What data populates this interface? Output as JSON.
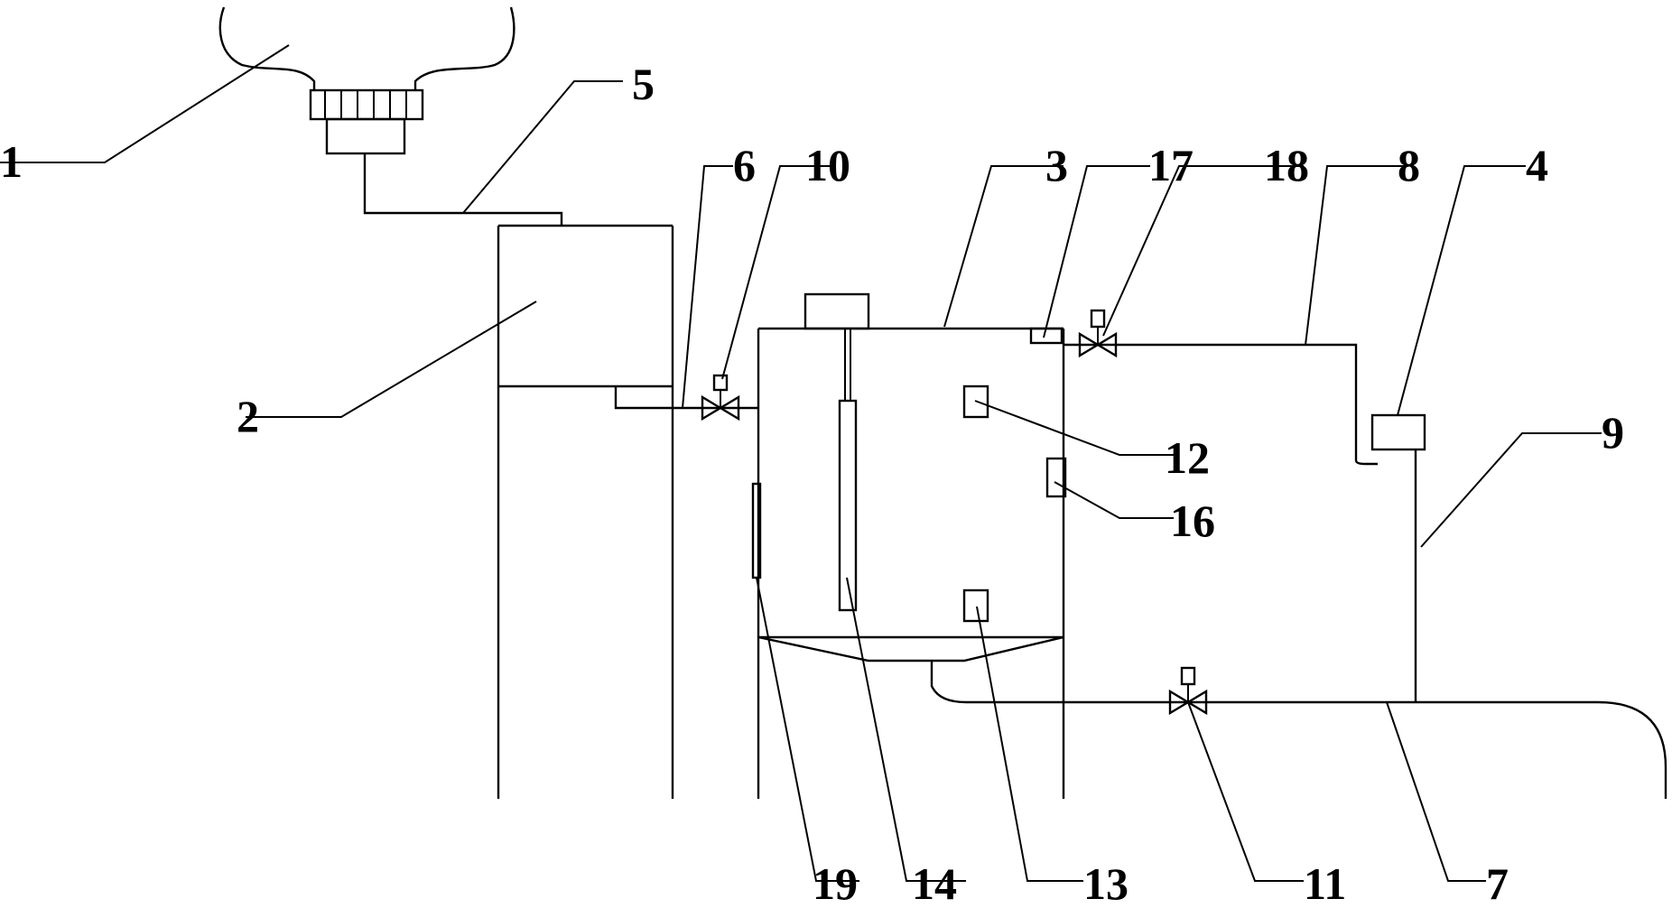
{
  "labels": {
    "l1": "1",
    "l2": "2",
    "l3": "3",
    "l4": "4",
    "l5": "5",
    "l6": "6",
    "l7": "7",
    "l8": "8",
    "l9": "9",
    "l10": "10",
    "l11": "11",
    "l12": "12",
    "l13": "13",
    "l14": "14",
    "l16": "16",
    "l17": "17",
    "l18": "18",
    "l19": "19"
  }
}
